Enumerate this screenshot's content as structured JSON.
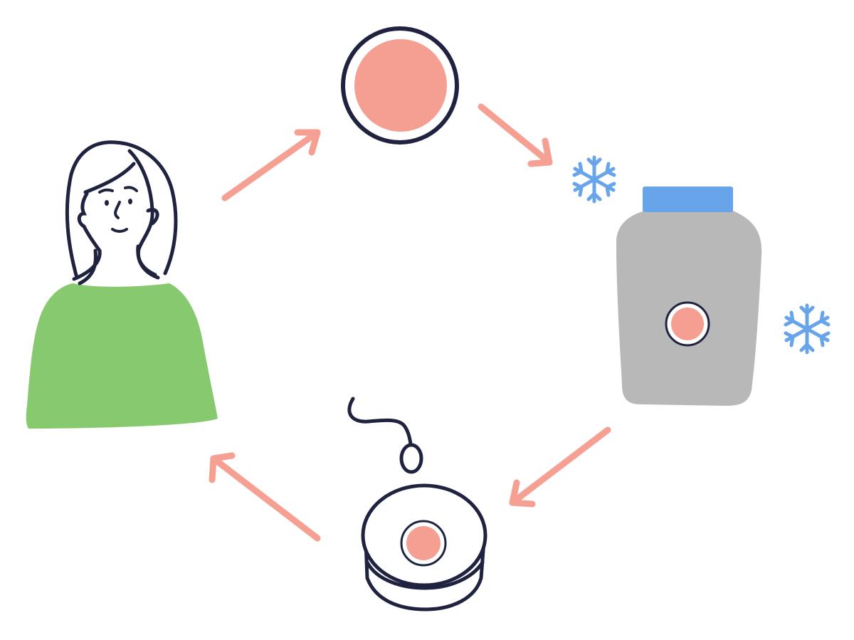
{
  "diagram": {
    "description_kind": "cycle",
    "nodes": [
      {
        "id": "woman",
        "icon": "woman-icon"
      },
      {
        "id": "egg",
        "icon": "egg-cell-icon"
      },
      {
        "id": "freeze-tank",
        "icon": "cryo-tank-icon"
      },
      {
        "id": "fertilization-dish",
        "icon": "petri-dish-icon"
      }
    ],
    "edges": [
      {
        "from": "woman",
        "to": "egg"
      },
      {
        "from": "egg",
        "to": "freeze-tank"
      },
      {
        "from": "freeze-tank",
        "to": "fertilization-dish"
      },
      {
        "from": "fertilization-dish",
        "to": "woman"
      }
    ],
    "decorations": [
      "snowflake-icon",
      "snowflake-icon",
      "sperm-icon"
    ]
  },
  "colors": {
    "outline": "#1f2340",
    "arrow": "#f5a093",
    "egg": "#f59e92",
    "sweater": "#86c96f",
    "tank_body": "#b8b8b8",
    "tank_lid": "#68a4ea",
    "snowflake": "#68a4ea",
    "background": "#ffffff"
  }
}
